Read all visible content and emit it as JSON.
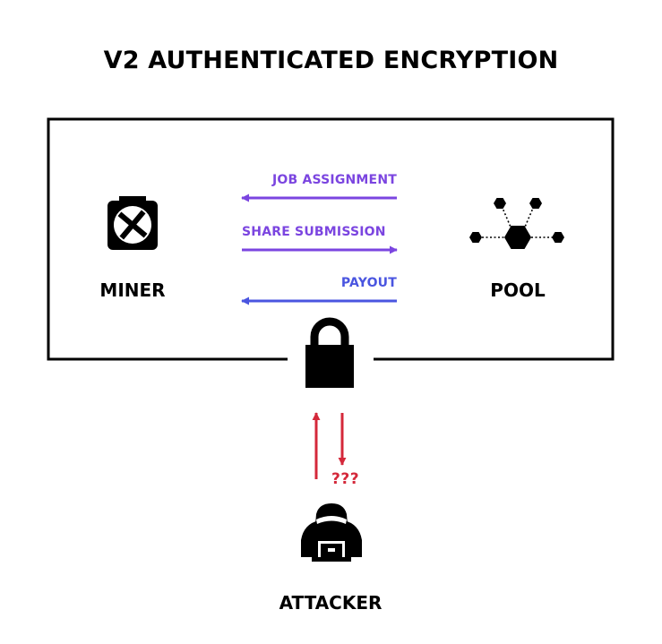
{
  "title": "V2 AUTHENTICATED ENCRYPTION",
  "nodes": {
    "miner": {
      "label": "MINER",
      "icon": "miner-asic-icon"
    },
    "pool": {
      "label": "POOL",
      "icon": "pool-network-icon"
    },
    "attacker": {
      "label": "ATTACKER",
      "icon": "hacker-icon"
    }
  },
  "messages": [
    {
      "label": "JOB ASSIGNMENT",
      "direction": "pool-to-miner"
    },
    {
      "label": "SHARE SUBMISSION",
      "direction": "miner-to-pool"
    },
    {
      "label": "PAYOUT",
      "direction": "pool-to-miner"
    }
  ],
  "lock": {
    "icon": "lock-icon"
  },
  "attacker_link": {
    "label": "???"
  },
  "colors": {
    "purple": "#7b45e0",
    "blue": "#4a55e0",
    "red": "#d4283a",
    "black": "#000000"
  }
}
